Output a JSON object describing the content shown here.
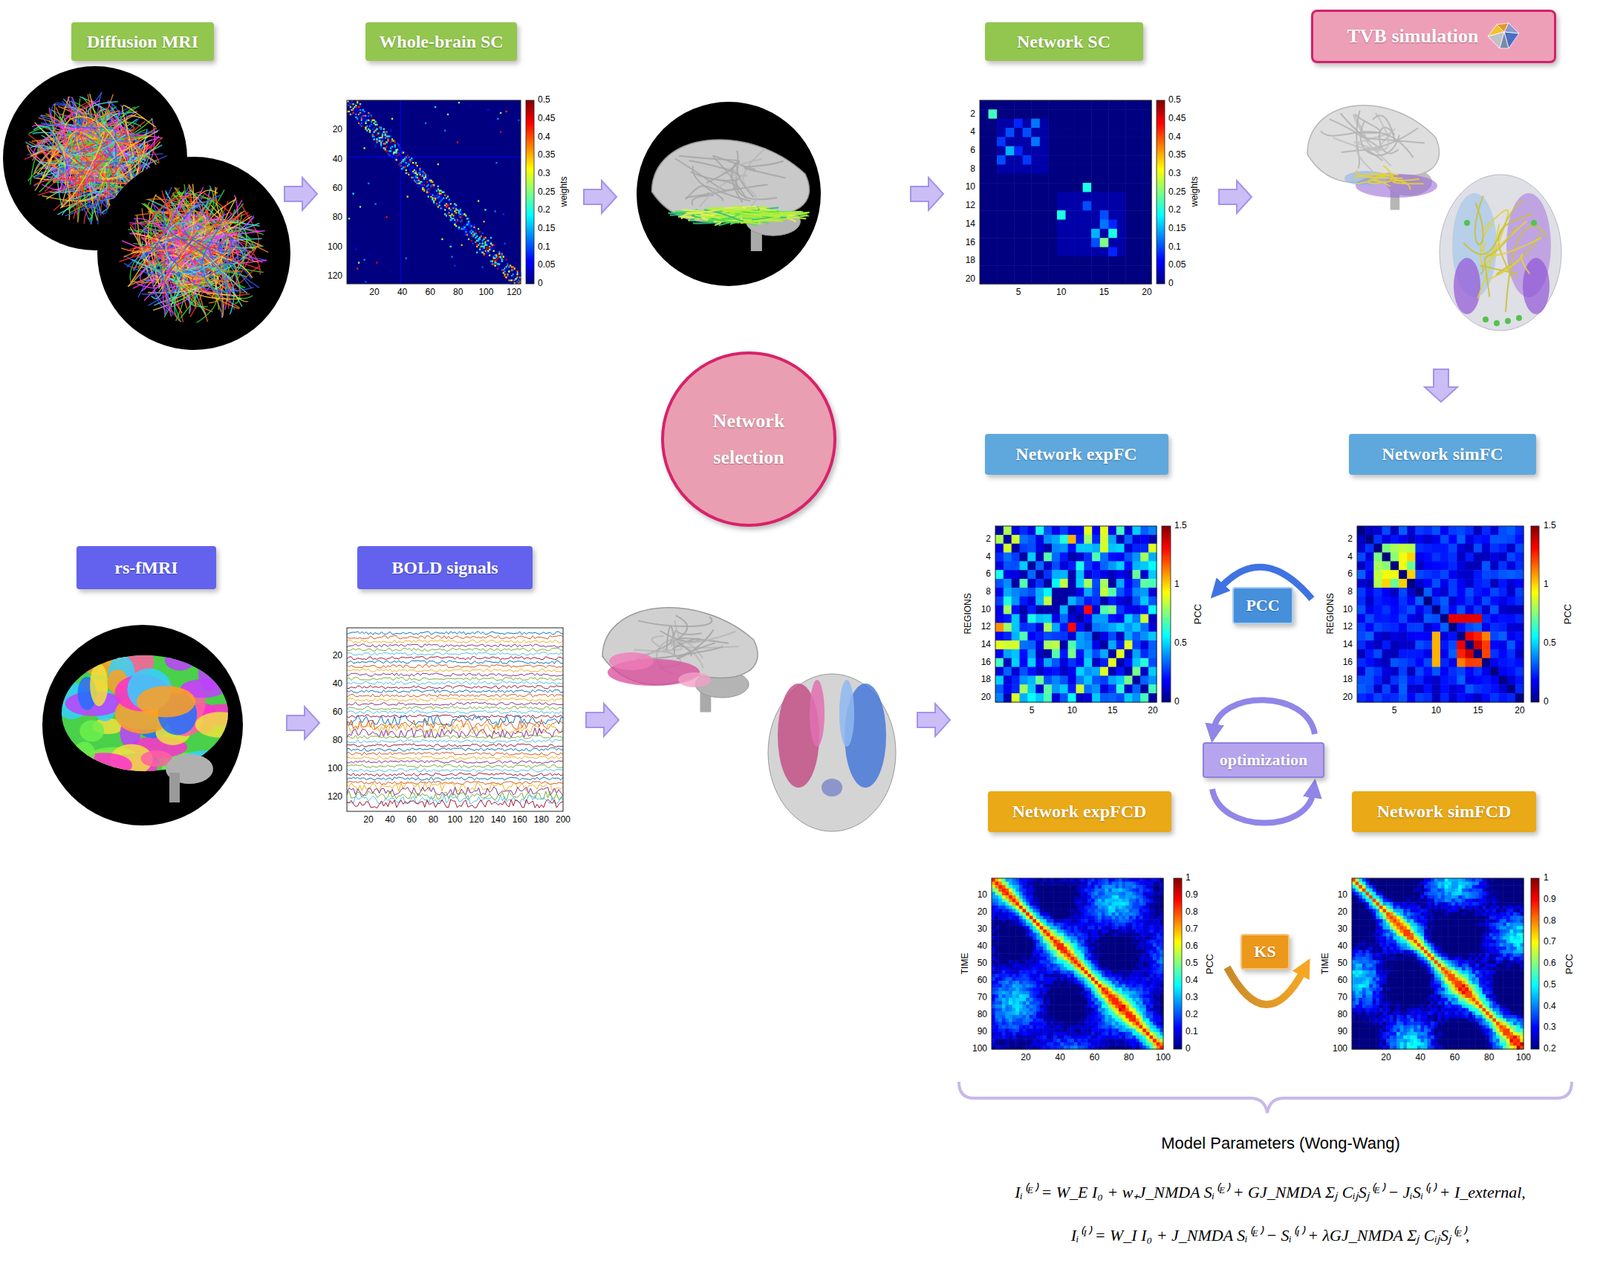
{
  "diagram": {
    "nodes": [
      {
        "text": [
          "Diffusion MRI"
        ]
      },
      {
        "text": [
          "Whole-brain SC"
        ]
      },
      {
        "text": [
          "Network SC"
        ]
      },
      {
        "text": [
          "TVB simulation"
        ]
      },
      {
        "text": [
          "Network selection"
        ]
      },
      {
        "text": [
          "rs-fMRI"
        ]
      },
      {
        "text": [
          "BOLD signals"
        ]
      },
      {
        "text": [
          "Network expFC"
        ]
      },
      {
        "text": [
          "Network simFC"
        ]
      },
      {
        "text": [
          "PCC"
        ]
      },
      {
        "text": [
          "optimization"
        ]
      },
      {
        "text": [
          "Network expFCD"
        ]
      },
      {
        "text": [
          "Network simFCD"
        ]
      },
      {
        "text": [
          "KS"
        ]
      }
    ],
    "labels": [
      "20",
      "40",
      "60",
      "80",
      "100",
      "120",
      "20",
      "40",
      "60",
      "80",
      "100",
      "120",
      "0.5",
      "0.45",
      "0.4",
      "0.35",
      "0.3",
      "0.25",
      "0.2",
      "0.15",
      "0.1",
      "0.05",
      "0",
      "weights",
      "2",
      "4",
      "6",
      "8",
      "10",
      "12",
      "14",
      "16",
      "18",
      "20",
      "5",
      "10",
      "15",
      "20",
      "0.5",
      "0.45",
      "0.4",
      "0.35",
      "0.3",
      "0.25",
      "0.2",
      "0.15",
      "0.1",
      "0.05",
      "0",
      "weights",
      "20",
      "40",
      "60",
      "80",
      "100",
      "120",
      "20",
      "40",
      "60",
      "80",
      "100",
      "120",
      "140",
      "160",
      "180",
      "200",
      "2",
      "4",
      "6",
      "8",
      "10",
      "12",
      "14",
      "16",
      "18",
      "20",
      "5",
      "10",
      "15",
      "20",
      "1.5",
      "1",
      "0.5",
      "0",
      "REGIONS",
      "PCC",
      "2",
      "4",
      "6",
      "8",
      "10",
      "12",
      "14",
      "16",
      "18",
      "20",
      "5",
      "10",
      "15",
      "20",
      "1.5",
      "1",
      "0.5",
      "0",
      "REGIONS",
      "PCC",
      "10",
      "20",
      "30",
      "40",
      "50",
      "60",
      "70",
      "80",
      "90",
      "100",
      "20",
      "40",
      "60",
      "80",
      "100",
      "1",
      "0.9",
      "0.8",
      "0.7",
      "0.6",
      "0.5",
      "0.4",
      "0.3",
      "0.2",
      "0.1",
      "0",
      "TIME",
      "PCC",
      "10",
      "20",
      "30",
      "40",
      "50",
      "60",
      "70",
      "80",
      "90",
      "100",
      "20",
      "40",
      "60",
      "80",
      "100",
      "1",
      "0.9",
      "0.8",
      "0.7",
      "0.6",
      "0.5",
      "0.4",
      "0.3",
      "0.2",
      "TIME",
      "PCC",
      "Model Parameters (Wong-Wang)",
      "Iᵢ⁽ᴱ⁾ = W_E I₀ + w₊J_NMDA Sᵢ⁽ᴱ⁾ + GJ_NMDA Σⱼ CᵢⱼSⱼ⁽ᴱ⁾ − JᵢSᵢ⁽ᴵ⁾ + I_external,",
      "Iᵢ⁽ᴵ⁾ = W_I I₀ + J_NMDA Sᵢ⁽ᴱ⁾ − Sᵢ⁽ᴵ⁾ + λGJ_NMDA Σⱼ CᵢⱼSⱼ⁽ᴱ⁾,"
    ]
  }
}
